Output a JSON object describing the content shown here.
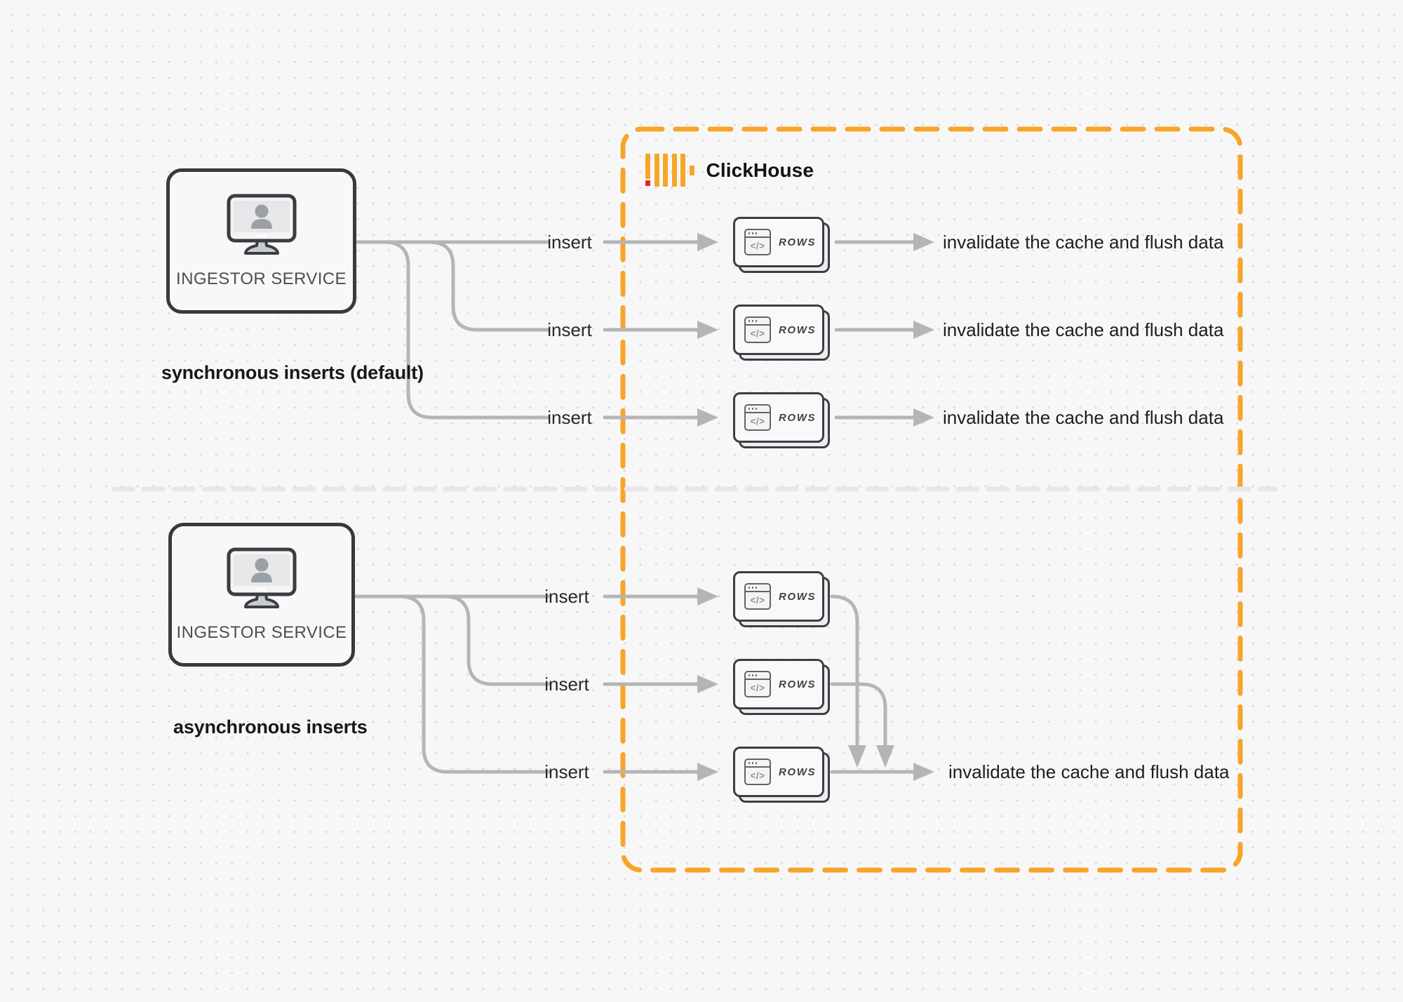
{
  "colors": {
    "accent_orange": "#F7A529",
    "logo_red": "#E1262D",
    "line_gray": "#B5B5B7",
    "border_dark": "#36393F"
  },
  "clickhouse": {
    "label": "ClickHouse"
  },
  "sync_section": {
    "title": "synchronous inserts (default)",
    "service": {
      "label": "INGESTOR SERVICE"
    },
    "rows": [
      {
        "insert_label": "insert",
        "card": {
          "code_glyph": "</>",
          "label": "ROWS"
        },
        "result": "invalidate the cache and flush data"
      },
      {
        "insert_label": "insert",
        "card": {
          "code_glyph": "</>",
          "label": "ROWS"
        },
        "result": "invalidate the cache and flush data"
      },
      {
        "insert_label": "insert",
        "card": {
          "code_glyph": "</>",
          "label": "ROWS"
        },
        "result": "invalidate the cache and flush data"
      }
    ]
  },
  "async_section": {
    "title": "asynchronous inserts",
    "service": {
      "label": "INGESTOR SERVICE"
    },
    "rows": [
      {
        "insert_label": "insert",
        "card": {
          "code_glyph": "</>",
          "label": "ROWS"
        }
      },
      {
        "insert_label": "insert",
        "card": {
          "code_glyph": "</>",
          "label": "ROWS"
        }
      },
      {
        "insert_label": "insert",
        "card": {
          "code_glyph": "</>",
          "label": "ROWS"
        }
      }
    ],
    "result": "invalidate the cache and flush data"
  }
}
